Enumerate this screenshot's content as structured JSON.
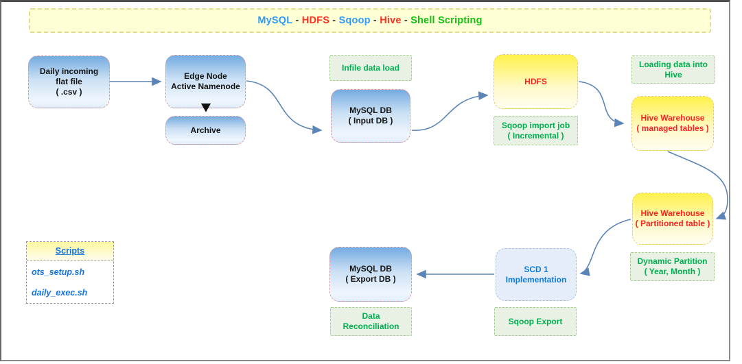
{
  "banner": {
    "segments": [
      {
        "text": "MySQL",
        "color": "#2e9afe"
      },
      {
        "text": " - ",
        "color": "#3a3a3a"
      },
      {
        "text": "HDFS",
        "color": "#ff3222"
      },
      {
        "text": " - ",
        "color": "#3a3a3a"
      },
      {
        "text": "Sqoop",
        "color": "#2e9afe"
      },
      {
        "text": " - ",
        "color": "#3a3a3a"
      },
      {
        "text": "Hive",
        "color": "#ff3222"
      },
      {
        "text": " - ",
        "color": "#3a3a3a"
      },
      {
        "text": "Shell Scripting",
        "color": "#12c112"
      }
    ]
  },
  "nodes": {
    "daily_file": {
      "lines": [
        "Daily incoming",
        "flat file",
        "( .csv )"
      ]
    },
    "edge_node": {
      "lines": [
        "Edge Node",
        "Active Namenode"
      ]
    },
    "archive": {
      "lines": [
        "Archive"
      ]
    },
    "infile_load": {
      "lines": [
        "Infile data load"
      ]
    },
    "mysql_input": {
      "lines": [
        "MySQL DB",
        "( Input DB )"
      ]
    },
    "hdfs": {
      "lines": [
        "HDFS"
      ]
    },
    "sqoop_import": {
      "lines": [
        "Sqoop import job",
        "( Incremental )"
      ]
    },
    "loading_hive": {
      "lines": [
        "Loading data into",
        "Hive"
      ]
    },
    "hive_managed": {
      "lines": [
        "Hive Warehouse",
        "( managed tables )"
      ]
    },
    "hive_partitioned": {
      "lines": [
        "Hive Warehouse",
        "( Partitioned table )"
      ]
    },
    "dynamic_partition": {
      "lines": [
        "Dynamic Partition",
        "( Year, Month )"
      ]
    },
    "scd1": {
      "lines": [
        "SCD 1",
        "Implementation"
      ]
    },
    "sqoop_export": {
      "lines": [
        "Sqoop Export"
      ]
    },
    "mysql_export": {
      "lines": [
        "MySQL DB",
        "( Export DB )"
      ]
    },
    "data_reconciliation": {
      "lines": [
        "Data",
        "Reconciliation"
      ]
    }
  },
  "scripts_panel": {
    "header": "Scripts",
    "items": [
      "ots_setup.sh",
      "daily_exec.sh"
    ]
  },
  "palette": {
    "blue_box_top": "#74abe0",
    "blue_box_border": "#d89a9a",
    "yellow_box_top": "#fff24b",
    "yellow_box_border": "#e4c87c",
    "green_label_bg": "#e8f1e3",
    "green_label_text": "#00b050",
    "red_text": "#ff2222",
    "scd_text": "#0d7ce0",
    "arrow": "#5b84b8",
    "banner_bg": "#ffffd6"
  }
}
